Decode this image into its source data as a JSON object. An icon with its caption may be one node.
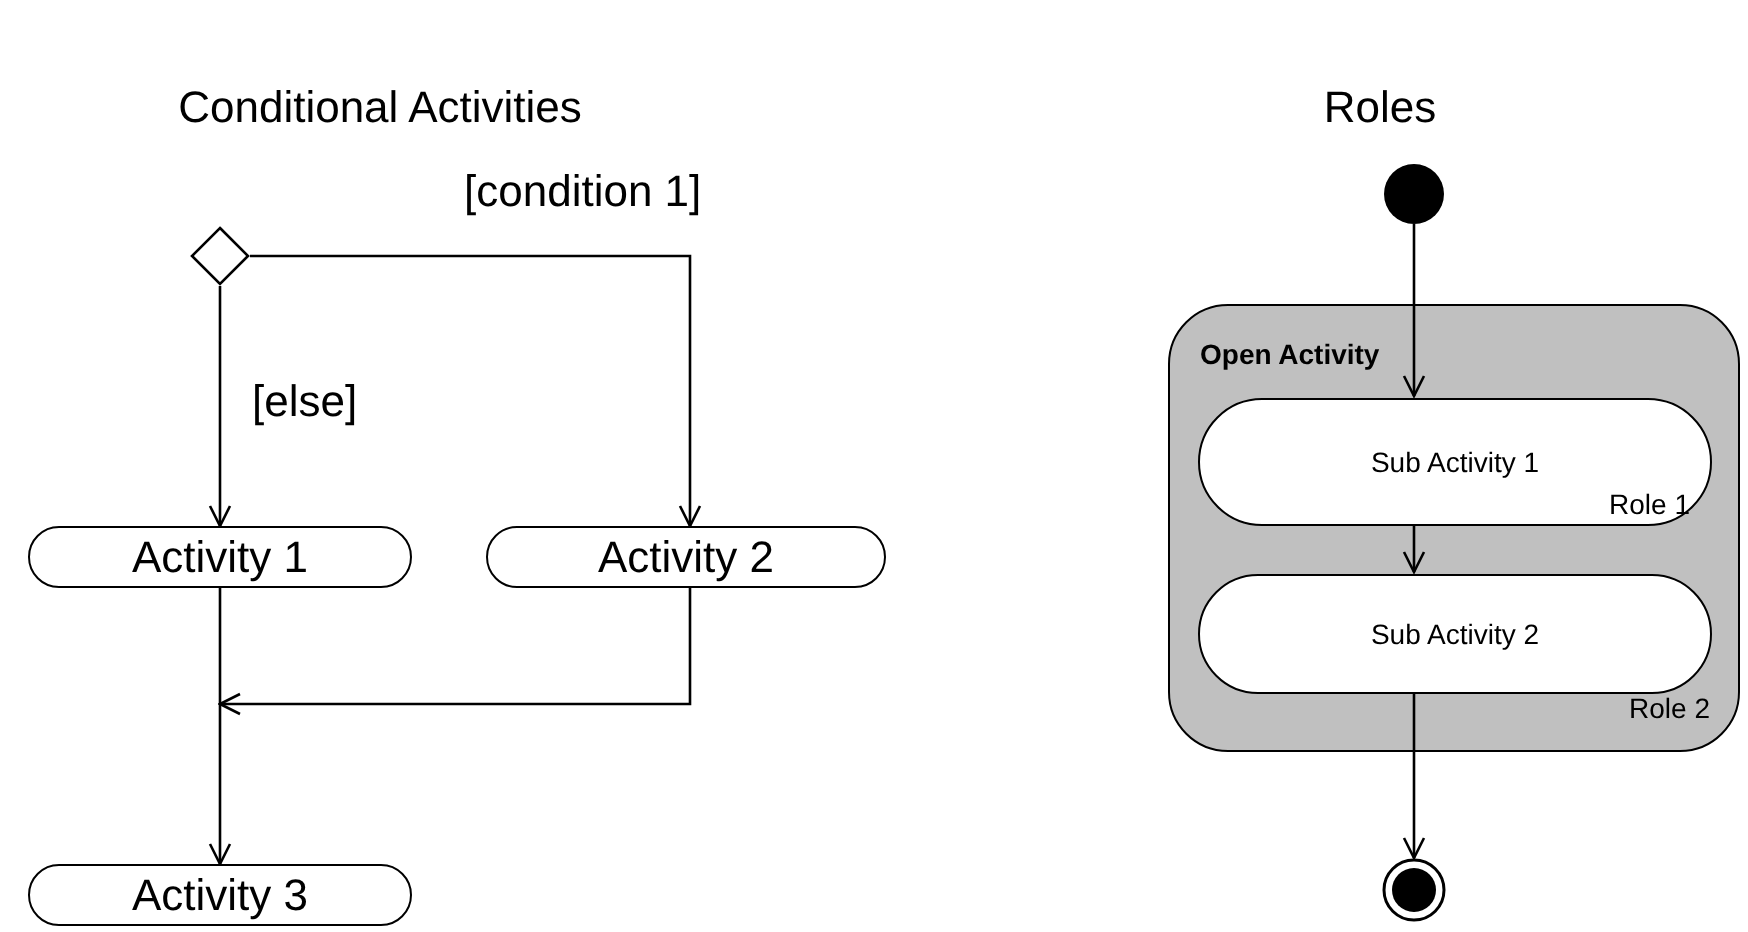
{
  "diagram": {
    "nodes": [
      {
        "text": [],
        "shape": "diamond"
      },
      {
        "text": [
          "Activity 1"
        ]
      },
      {
        "text": [
          "Activity 2"
        ]
      },
      {
        "text": [
          "Activity 3"
        ]
      },
      {
        "text": [],
        "shape": "circle"
      },
      {
        "text": [
          "Open Activity",
          "Role 2"
        ]
      },
      {
        "text": [
          "Sub Activity 1",
          "Role 1"
        ],
        "in": 5
      },
      {
        "text": [
          "Sub Activity 2"
        ],
        "in": 5
      },
      {
        "text": [],
        "shape": "bullseye"
      }
    ],
    "edges": [
      {
        "from": 0,
        "to": 2,
        "arrow": "to",
        "label": "[condition 1]"
      },
      {
        "from": 0,
        "to": 1,
        "arrow": "to",
        "label": "[else]"
      },
      {
        "from": 1,
        "to": 3,
        "arrow": "to"
      },
      {
        "from": 2,
        "to": 3,
        "arrow": "to"
      },
      {
        "from": 4,
        "to": 6,
        "arrow": "to"
      },
      {
        "from": 6,
        "to": 7,
        "arrow": "to"
      },
      {
        "from": 7,
        "to": 8,
        "arrow": "to"
      }
    ],
    "labels": [
      "Conditional Activities",
      "Roles"
    ]
  }
}
